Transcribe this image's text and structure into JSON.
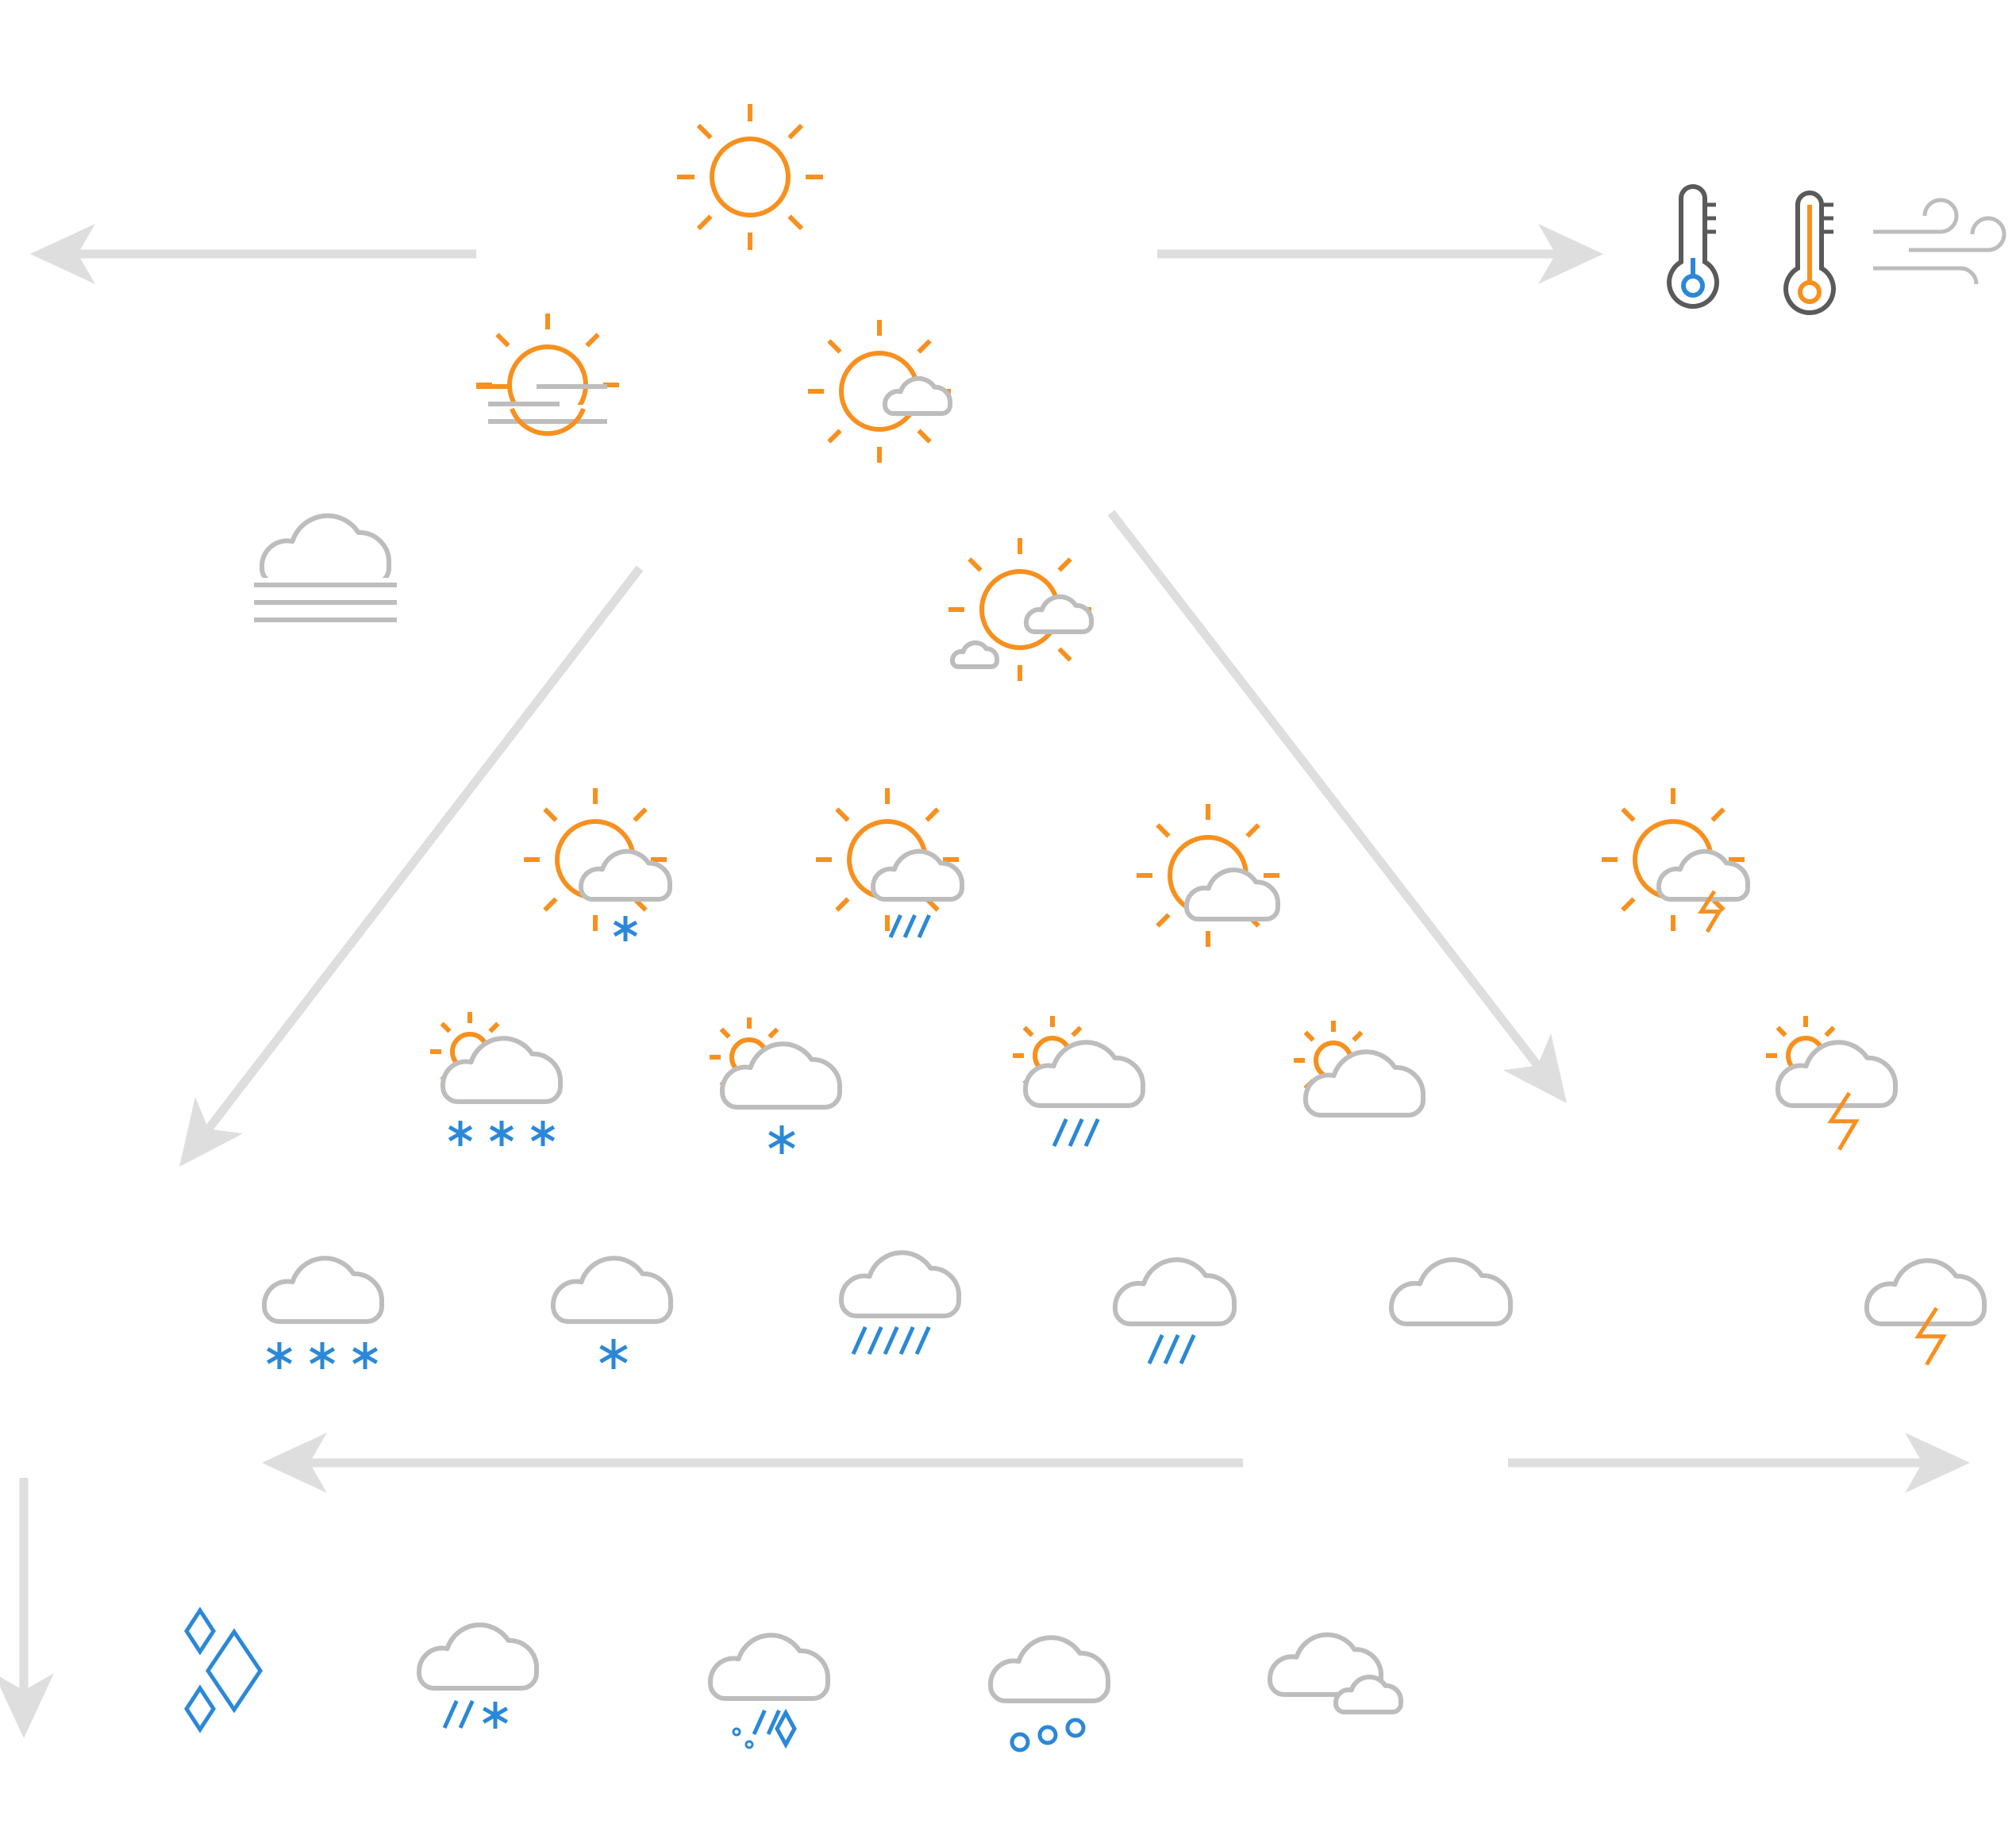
{
  "colors": {
    "sun": "#F7901E",
    "cloud": "#BDBDBD",
    "precip": "#2B88D8",
    "arrow": "#DEDEDE",
    "thermo": "#5A5A5A",
    "fog": "#BDBDBD"
  },
  "icons": [
    {
      "name": "sun-icon",
      "type": "sun"
    },
    {
      "name": "sun-fog-icon",
      "type": "sun-fog"
    },
    {
      "name": "sun-small-cloud-icon",
      "type": "sun-small-cloud"
    },
    {
      "name": "fog-cloud-icon",
      "type": "fog-cloud"
    },
    {
      "name": "sun-two-clouds-icon",
      "type": "sun-two-clouds"
    },
    {
      "name": "thermometer-cold-icon",
      "type": "thermometer-cold"
    },
    {
      "name": "thermometer-hot-icon",
      "type": "thermometer-hot"
    },
    {
      "name": "wind-icon",
      "type": "wind"
    },
    {
      "name": "sun-cloud-snow-icon",
      "type": "sun-cloud-snow"
    },
    {
      "name": "sun-cloud-rain-icon",
      "type": "sun-cloud-rain"
    },
    {
      "name": "sun-cloud-icon",
      "type": "sun-cloud"
    },
    {
      "name": "sun-cloud-thunder-icon",
      "type": "sun-cloud-thunder"
    },
    {
      "name": "small-sun-cloud-heavy-snow-icon",
      "type": "small-sun-cloud-heavy-snow"
    },
    {
      "name": "small-sun-cloud-snow-icon",
      "type": "small-sun-cloud-snow"
    },
    {
      "name": "small-sun-cloud-rain-icon",
      "type": "small-sun-cloud-rain"
    },
    {
      "name": "small-sun-cloud-icon",
      "type": "small-sun-cloud"
    },
    {
      "name": "small-sun-cloud-thunder-icon",
      "type": "small-sun-cloud-thunder"
    },
    {
      "name": "cloud-heavy-snow-icon",
      "type": "cloud-heavy-snow"
    },
    {
      "name": "cloud-snow-icon",
      "type": "cloud-snow"
    },
    {
      "name": "cloud-heavy-rain-icon",
      "type": "cloud-heavy-rain"
    },
    {
      "name": "cloud-rain-icon",
      "type": "cloud-rain"
    },
    {
      "name": "cloud-icon",
      "type": "cloud"
    },
    {
      "name": "cloud-thunder-icon",
      "type": "cloud-thunder"
    },
    {
      "name": "ice-icon",
      "type": "ice"
    },
    {
      "name": "cloud-sleet-icon",
      "type": "cloud-sleet"
    },
    {
      "name": "cloud-freezing-rain-icon",
      "type": "cloud-freezing-rain"
    },
    {
      "name": "cloud-hail-icon",
      "type": "cloud-hail"
    },
    {
      "name": "two-clouds-icon",
      "type": "two-clouds"
    }
  ],
  "arrows": [
    {
      "name": "arrow-left-top"
    },
    {
      "name": "arrow-right-top"
    },
    {
      "name": "arrow-diagonal-left"
    },
    {
      "name": "arrow-diagonal-right"
    },
    {
      "name": "arrow-left-bottom"
    },
    {
      "name": "arrow-right-bottom"
    },
    {
      "name": "arrow-down"
    }
  ]
}
